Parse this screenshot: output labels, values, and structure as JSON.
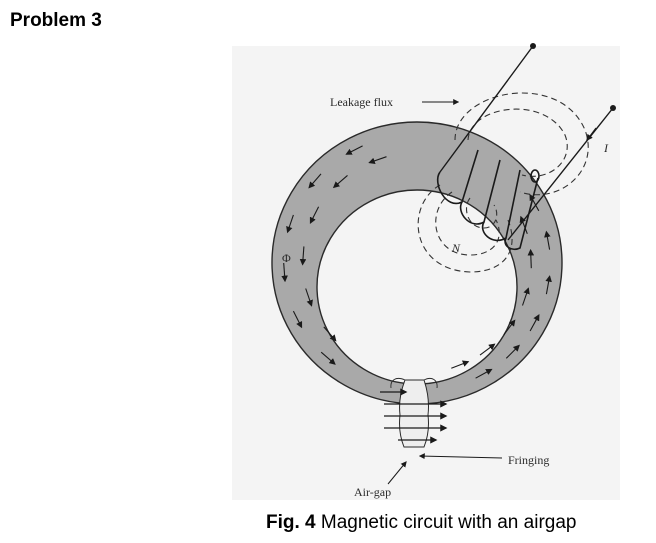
{
  "heading": "Problem 3",
  "figure": {
    "labels": {
      "leakage_flux": "Leakage flux",
      "current": "I",
      "turns": "N",
      "flux": "Φ",
      "fringing": "Fringing",
      "air_gap": "Air-gap"
    }
  },
  "caption": {
    "number": "Fig. 4",
    "text": "Magnetic circuit with an airgap"
  },
  "colors": {
    "core": "#a9a9a9",
    "figure_background": "#f4f4f4",
    "ink": "#1a1a1a"
  }
}
